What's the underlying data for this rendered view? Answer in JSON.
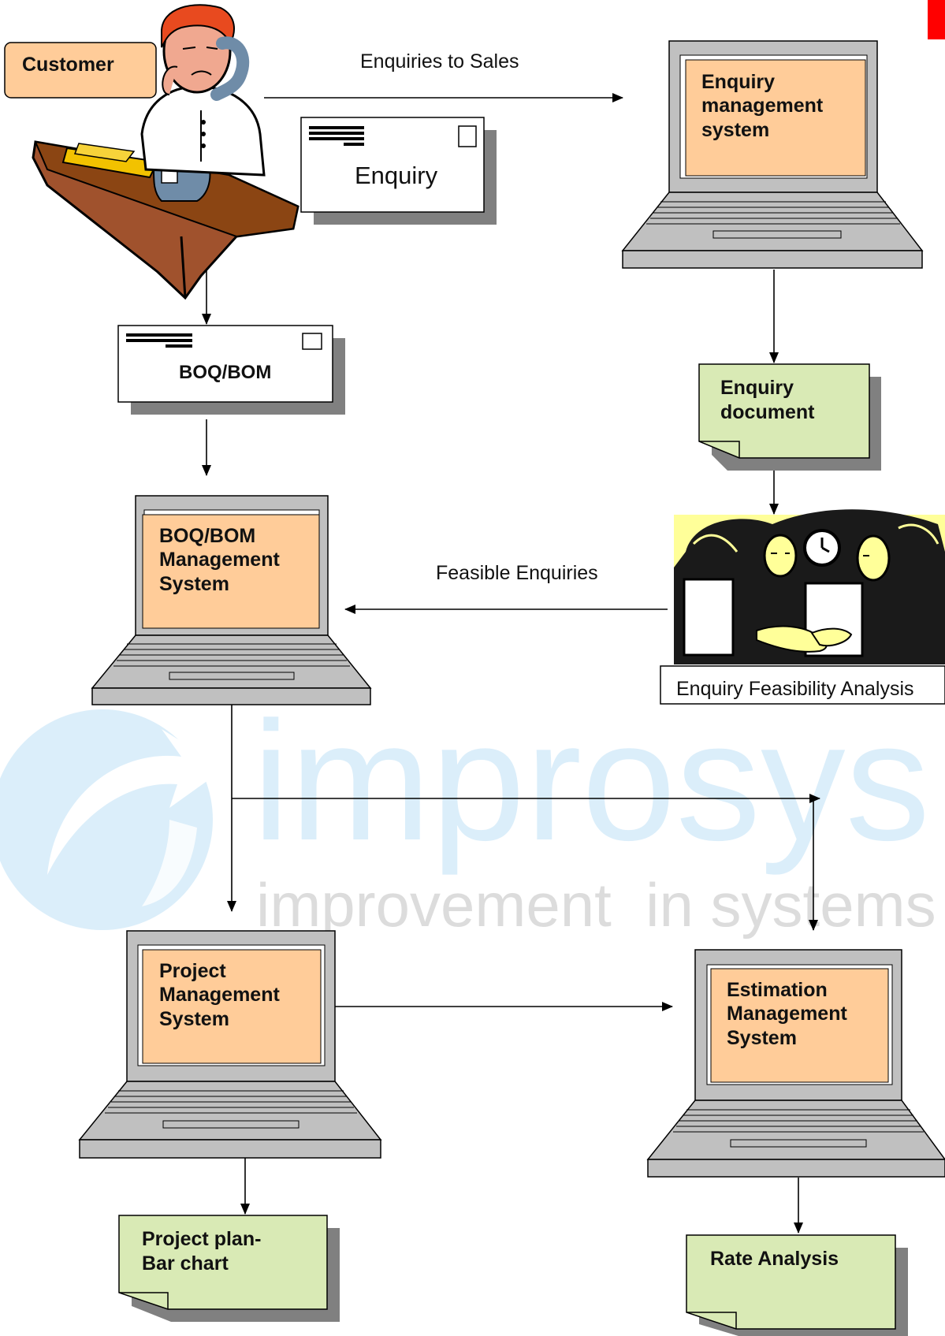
{
  "watermark": {
    "brand": "improsys",
    "tagline": "improvement  in systems",
    "color": "#dbeefa"
  },
  "colors": {
    "screen_fill": "#ffcc99",
    "note_fill": "#d9eab5",
    "laptop_gray": "#c0c0c0",
    "shadow": "#808080",
    "corner_mark": "#ff0000"
  },
  "customer": {
    "label": "Customer"
  },
  "arrows": {
    "enquiries_to_sales": "Enquiries to Sales",
    "feasible_enquiries": "Feasible Enquiries"
  },
  "envelopes": {
    "enquiry": "Enquiry",
    "boq_bom": "BOQ/BOM"
  },
  "systems": {
    "enquiry_mgmt": [
      "Enquiry",
      "management",
      "system"
    ],
    "boq_mgmt": [
      "BOQ/BOM",
      "Management",
      "System"
    ],
    "project_mgmt": [
      "Project",
      "Management",
      "System"
    ],
    "estimation_mgmt": [
      "Estimation",
      "Management",
      "System"
    ]
  },
  "documents": {
    "enquiry_document": [
      "Enquiry",
      "document"
    ],
    "project_plan": [
      "Project plan-",
      "Bar chart"
    ],
    "rate_analysis": [
      "Rate Analysis"
    ]
  },
  "feasibility": {
    "caption": "Enquiry Feasibility Analysis"
  }
}
